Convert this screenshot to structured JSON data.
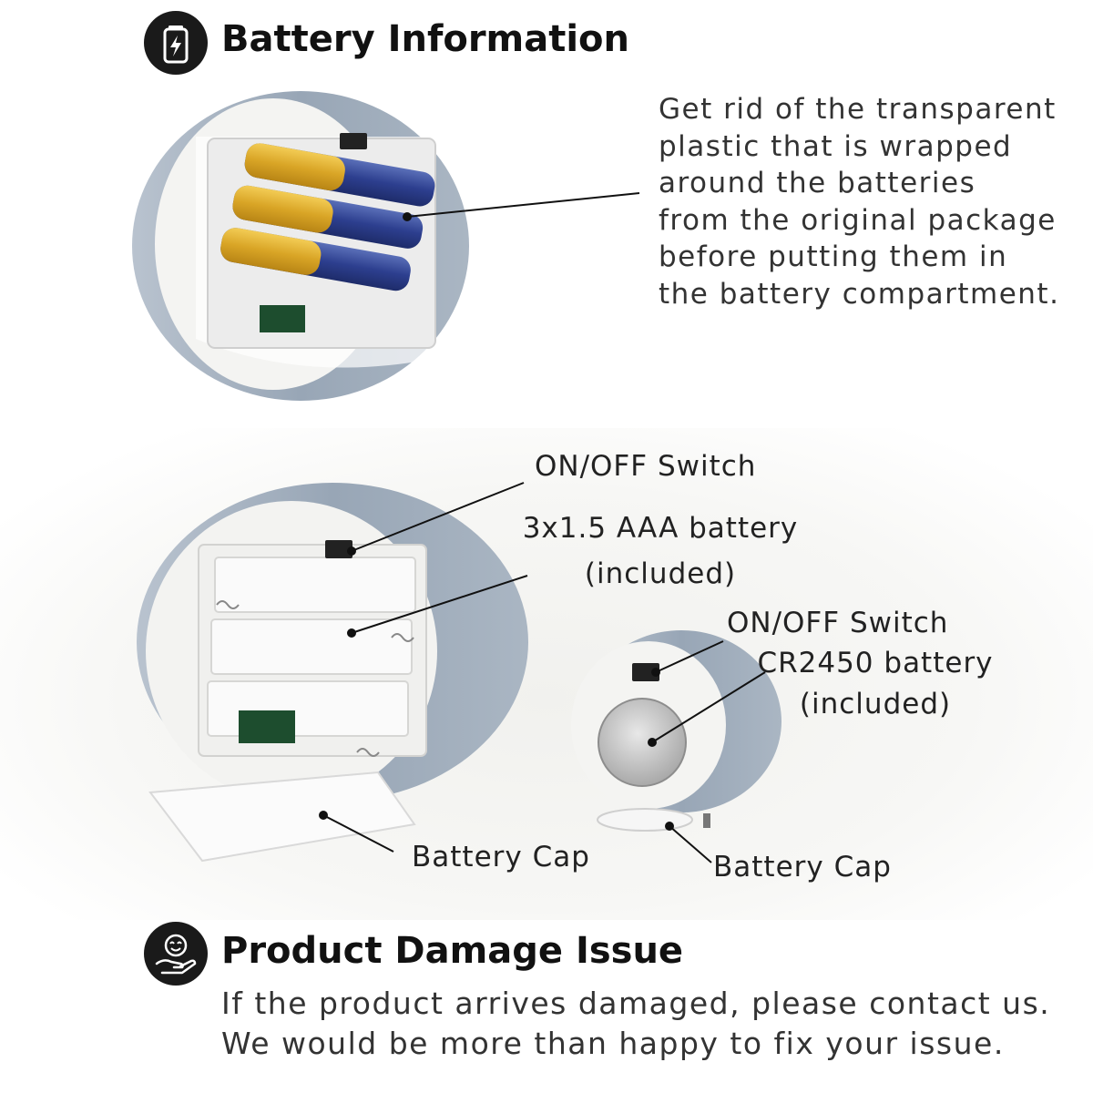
{
  "battery_info": {
    "title": "Battery Information",
    "icon": "battery-charging-icon",
    "note_lines": [
      "Get rid of the transparent",
      "plastic that is wrapped",
      "around the batteries",
      "from the original package",
      "before putting them in",
      "the battery compartment."
    ]
  },
  "large_candle": {
    "switch_label": "ON/OFF Switch",
    "battery_label_line1": "3x1.5 AAA battery",
    "battery_label_line2": "(included)",
    "cap_label": "Battery Cap"
  },
  "small_candle": {
    "switch_label": "ON/OFF Switch",
    "battery_label_line1": "CR2450 battery",
    "battery_label_line2": "(included)",
    "cap_label": "Battery Cap"
  },
  "damage": {
    "title": "Product Damage Issue",
    "icon": "hand-smile-icon",
    "text_lines": [
      "If the product arrives damaged, please contact us.",
      "We would be more than happy to fix your issue."
    ]
  }
}
